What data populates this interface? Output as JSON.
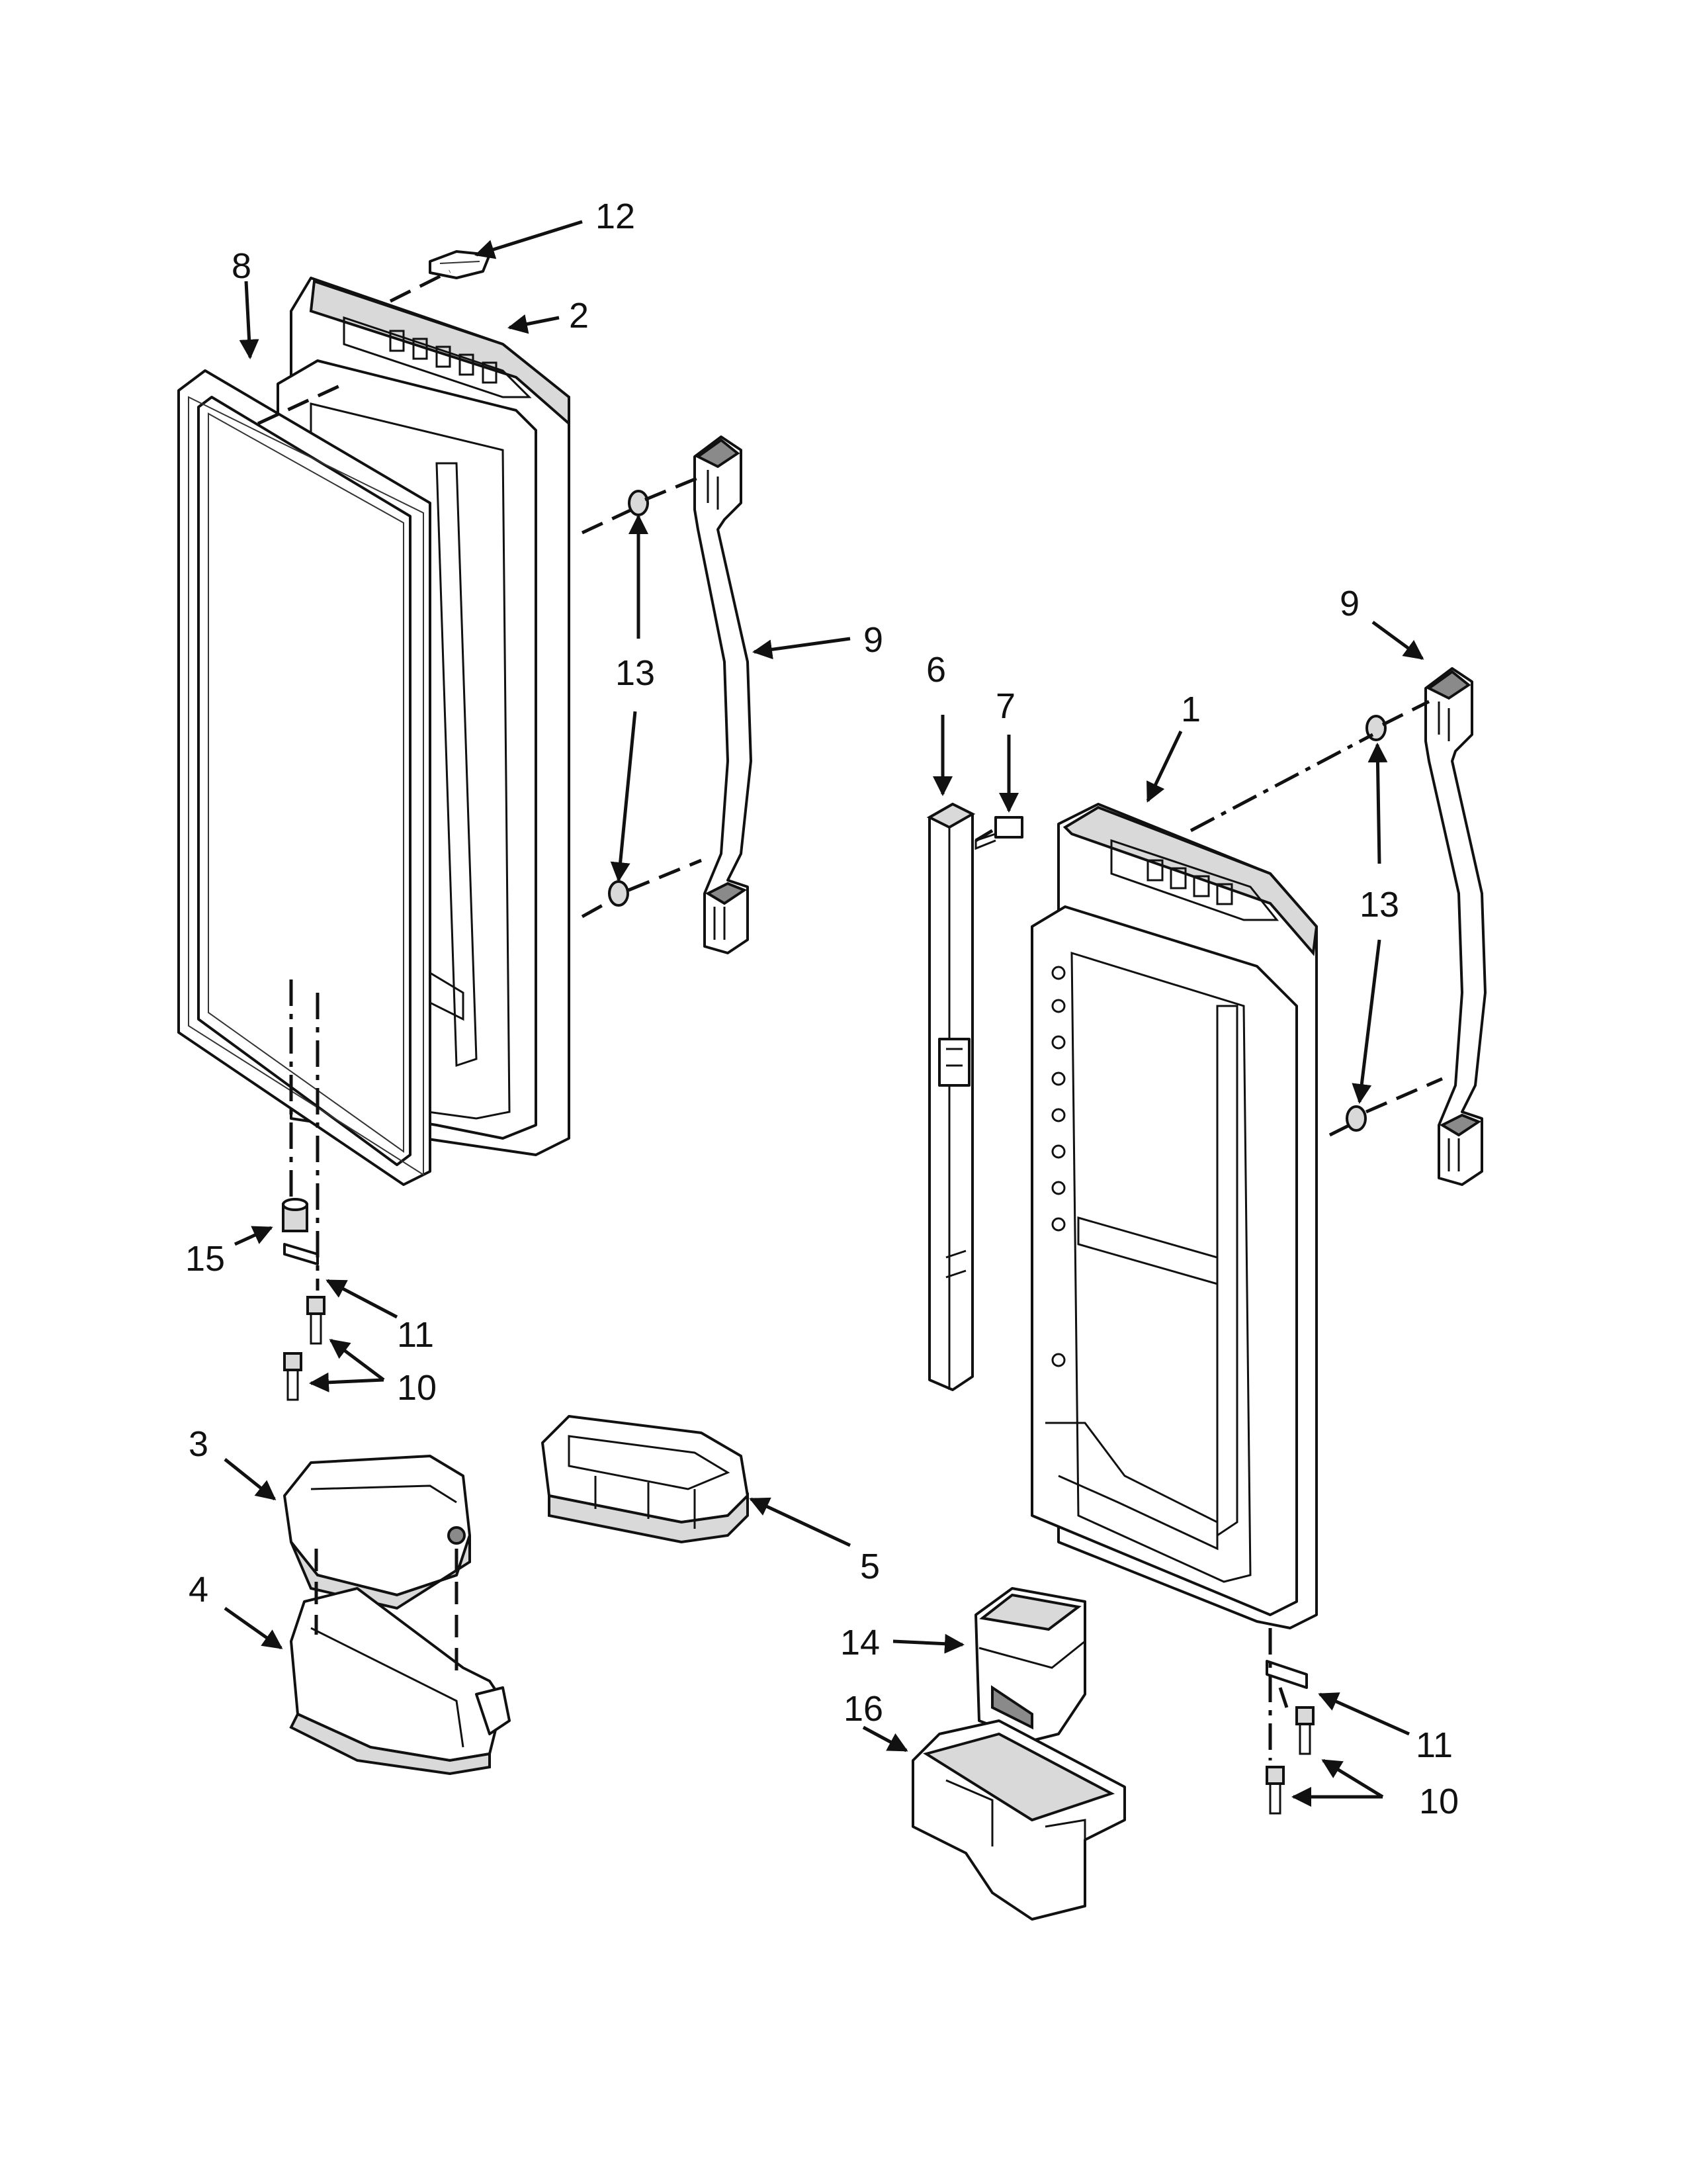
{
  "callouts": [
    {
      "id": "c12a",
      "label": "12"
    },
    {
      "id": "c8",
      "label": "8"
    },
    {
      "id": "c2",
      "label": "2"
    },
    {
      "id": "c13a",
      "label": "13"
    },
    {
      "id": "c9a",
      "label": "9"
    },
    {
      "id": "c6",
      "label": "6"
    },
    {
      "id": "c7",
      "label": "7"
    },
    {
      "id": "c1",
      "label": "1"
    },
    {
      "id": "c9b",
      "label": "9"
    },
    {
      "id": "c13b",
      "label": "13"
    },
    {
      "id": "c15",
      "label": "15"
    },
    {
      "id": "c11a",
      "label": "11"
    },
    {
      "id": "c10a",
      "label": "10"
    },
    {
      "id": "c3",
      "label": "3"
    },
    {
      "id": "c4",
      "label": "4"
    },
    {
      "id": "c5",
      "label": "5"
    },
    {
      "id": "c14",
      "label": "14"
    },
    {
      "id": "c16",
      "label": "16"
    },
    {
      "id": "c11b",
      "label": "11"
    },
    {
      "id": "c10b",
      "label": "10"
    }
  ]
}
